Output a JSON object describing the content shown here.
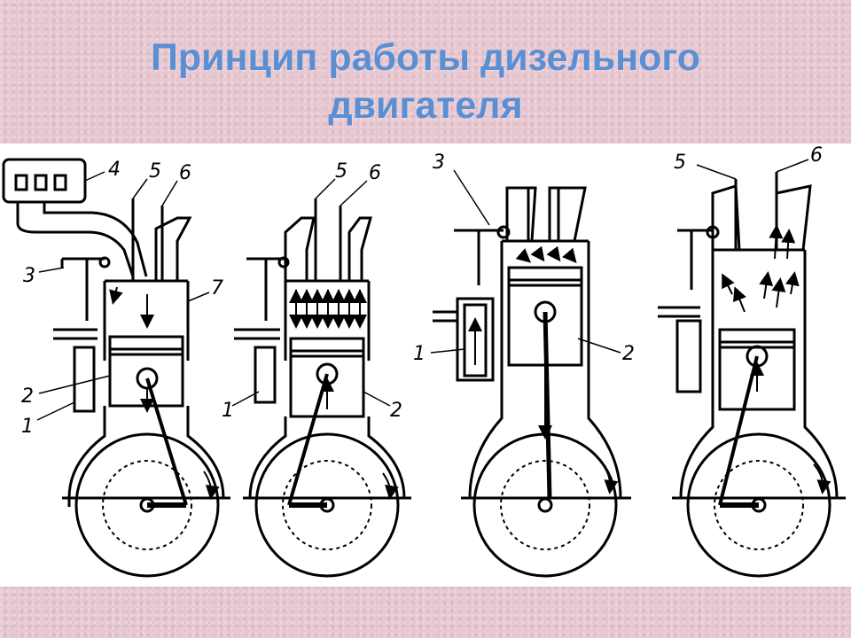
{
  "title": {
    "line1": "Принцип работы дизельного",
    "line2": "двигателя"
  },
  "diagram": {
    "panels": [
      {
        "labels": {
          "l1": "1",
          "l2": "2",
          "l3": "3",
          "l4": "4",
          "l5": "5",
          "l6": "6",
          "l7": "7"
        }
      },
      {
        "labels": {
          "l1": "1",
          "l2": "2",
          "l5": "5",
          "l6": "6"
        }
      },
      {
        "labels": {
          "l1": "1",
          "l2": "2",
          "l3": "3"
        }
      },
      {
        "labels": {
          "l5": "5",
          "l6": "6"
        }
      }
    ]
  },
  "colors": {
    "background": "#e6c6cf",
    "title": "#5b8fd4",
    "ink": "#000000",
    "panel": "#ffffff"
  }
}
